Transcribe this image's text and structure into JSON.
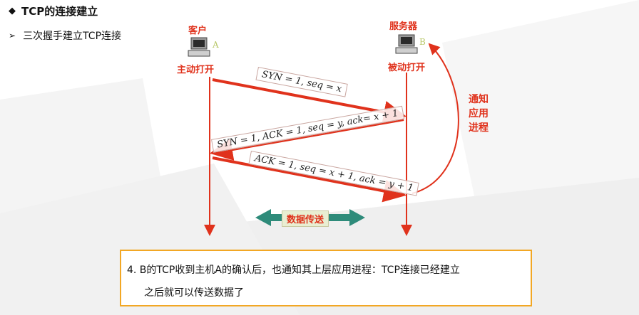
{
  "heading": {
    "bullet": "◆",
    "text": "TCP的连接建立"
  },
  "subheading": {
    "bullet": "➢",
    "text": "三次握手建立TCP连接"
  },
  "client": {
    "name": "客户",
    "tag": "A",
    "state": "主动打开"
  },
  "server": {
    "name": "服务器",
    "tag": "B",
    "state": "被动打开"
  },
  "messages": [
    {
      "text": "SYN = 1, seq = x"
    },
    {
      "text": "SYN = 1, ACK = 1, seq = y, ack= x + 1"
    },
    {
      "text": "ACK = 1, seq = x + 1, ack = y + 1"
    }
  ],
  "notify_app": [
    "通",
    "知",
    "应",
    "用",
    "进",
    "程"
  ],
  "data_transfer": "数据传送",
  "note": {
    "line1": "4.    B的TCP收到主机A的确认后，也通知其上层应用进程：TCP连接已经建立",
    "line2": "之后就可以传送数据了"
  },
  "colors": {
    "arrow": "#e0321c",
    "transfer": "#2e8b7a",
    "note_border": "#f2a724"
  }
}
